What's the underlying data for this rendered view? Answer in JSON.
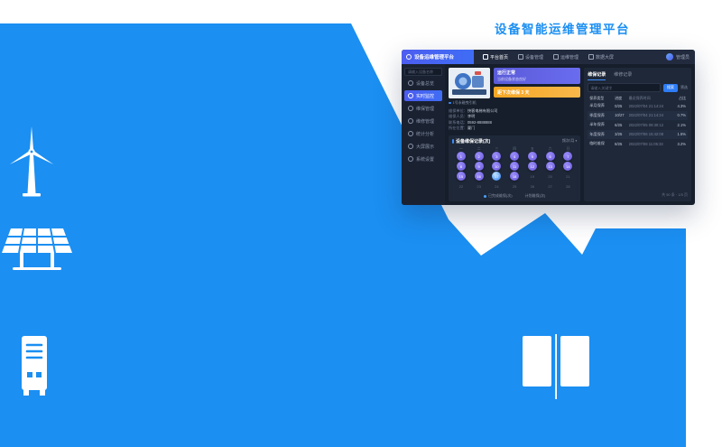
{
  "page": {
    "title": "设备智能运维管理平台"
  },
  "colors": {
    "brand_blue": "#1b8ff2",
    "indigo": "#4c5df0",
    "chip_purple": "#5a5bd8",
    "chip_orange": "#f5a623",
    "button_blue": "#2f7df6",
    "legend_purple": "#8b7cf7",
    "legend_blue": "#4aa3ff"
  },
  "dashboard": {
    "logo": "设备运维管理平台",
    "user": "管理员",
    "nav": [
      {
        "label": "平台首页",
        "active": "1"
      },
      {
        "label": "设备管理"
      },
      {
        "label": "运维管理"
      },
      {
        "label": "数据大屏"
      }
    ],
    "sidebar": {
      "search_placeholder": "请输入设备名称",
      "items": [
        {
          "label": "设备总览"
        },
        {
          "label": "实时监控",
          "active": "1"
        },
        {
          "label": "维保管理"
        },
        {
          "label": "维修管理"
        },
        {
          "label": "统计分析"
        },
        {
          "label": "大屏展示"
        },
        {
          "label": "系统设置"
        }
      ]
    },
    "device": {
      "caption": "1号永磁曳引机",
      "status": {
        "title": "运行正常",
        "sub": "当前设备状态良好"
      },
      "warning": {
        "title": "距下次维保 3 天"
      },
      "info": [
        {
          "label": "维保单位：",
          "value": "快客电梯有限公司"
        },
        {
          "label": "维保人员：",
          "value": "李明"
        },
        {
          "label": "联系电话：",
          "value": "0592-8888888"
        },
        {
          "label": "所在位置：",
          "value": "厦门"
        }
      ]
    },
    "calendar": {
      "title": "设备维保记录(次)",
      "filter": "频次/月",
      "weekdays": [
        "一",
        "二",
        "三",
        "四",
        "五",
        "六",
        "日"
      ],
      "days": [
        {
          "d": "1",
          "t": "m"
        },
        {
          "d": "2",
          "t": "m"
        },
        {
          "d": "3",
          "t": "m"
        },
        {
          "d": "4",
          "t": "m"
        },
        {
          "d": "5",
          "t": "m"
        },
        {
          "d": "6",
          "t": "m"
        },
        {
          "d": "7",
          "t": "m"
        },
        {
          "d": "8",
          "t": "m"
        },
        {
          "d": "9",
          "t": "m"
        },
        {
          "d": "10",
          "t": "m"
        },
        {
          "d": "11",
          "t": "m"
        },
        {
          "d": "12",
          "t": "m"
        },
        {
          "d": "13",
          "t": "m"
        },
        {
          "d": "14",
          "t": "m"
        },
        {
          "d": "15",
          "t": "m"
        },
        {
          "d": "16",
          "t": "m"
        },
        {
          "d": "17",
          "t": "s"
        },
        {
          "d": "18",
          "t": "m"
        },
        {
          "d": "19",
          "t": "p"
        },
        {
          "d": "20",
          "t": "p"
        },
        {
          "d": "21",
          "t": "p"
        },
        {
          "d": "22",
          "t": "p"
        },
        {
          "d": "23",
          "t": "p"
        },
        {
          "d": "24",
          "t": "p"
        },
        {
          "d": "25",
          "t": "p"
        },
        {
          "d": "26",
          "t": "p"
        },
        {
          "d": "27",
          "t": "p"
        },
        {
          "d": "28",
          "t": "p"
        }
      ],
      "legend": [
        {
          "label": "已完成维保(次)"
        },
        {
          "label": "计划维保(次)"
        }
      ]
    },
    "records": {
      "tabs": [
        {
          "label": "维保记录",
          "active": "1"
        },
        {
          "label": "维修记录"
        }
      ],
      "search_placeholder": "请输入关键字",
      "search_button": "搜索",
      "filter_label": "筛选",
      "columns": {
        "c1": "保养类型",
        "c2": "进度",
        "c3": "最近保养时间",
        "c4": "占比"
      },
      "rows": [
        {
          "c1": "半月保养",
          "c2": "0/25",
          "c3": "2022/07/04 21:14:24",
          "c4": "4.3%"
        },
        {
          "c1": "季度保养",
          "c2": "10/27",
          "c3": "2022/07/04 21:14:24",
          "c4": "0.7%"
        },
        {
          "c1": "半年保养",
          "c2": "6/25",
          "c3": "2022/07/05 09:30:12",
          "c4": "2.1%"
        },
        {
          "c1": "年度保养",
          "c2": "3/25",
          "c3": "2022/07/06 15:42:08",
          "c4": "1.5%"
        },
        {
          "c1": "临时维保",
          "c2": "8/25",
          "c3": "2022/07/08 11:05:33",
          "c4": "3.2%"
        }
      ],
      "pagination": "共 50 条 · 1/5 页"
    }
  }
}
